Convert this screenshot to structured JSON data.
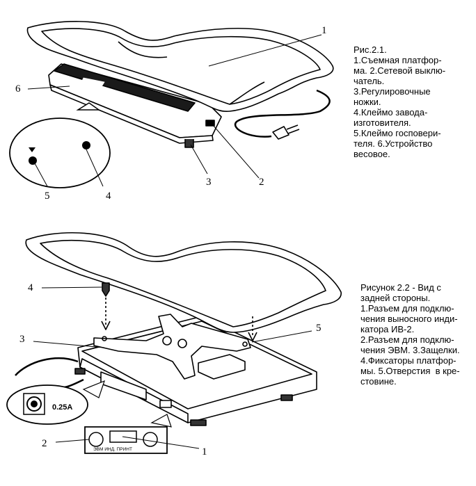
{
  "figure1": {
    "caption_lines": [
      "Рис.2.1.",
      "1.Съемная платфор-",
      "ма. 2.Сетевой выклю-",
      "чатель.",
      "3.Регулировочные",
      "ножки.",
      "4.Клеймо завода-",
      "изготовителя.",
      "5.Клеймо госповери-",
      "теля. 6.Устройство",
      "весовое."
    ],
    "callouts": [
      "1",
      "2",
      "3",
      "4",
      "5",
      "6"
    ]
  },
  "figure2": {
    "caption_lines": [
      "Рисунок 2.2 - Вид с",
      "задней стороны.",
      "1.Разъем для подклю-",
      "чения выносного инди-",
      "катора ИВ-2.",
      "2.Разъем для подклю-",
      "чения ЭВМ. 3.Защелки.",
      "4.Фиксаторы платфор-",
      "мы. 5.Отверстия  в кре-",
      "стовине."
    ],
    "callouts": [
      "1",
      "2",
      "3",
      "4",
      "5"
    ],
    "fuse_label": "0.25А",
    "connector_label": "ЭВМ  ИНД.  ПРИНТ"
  }
}
